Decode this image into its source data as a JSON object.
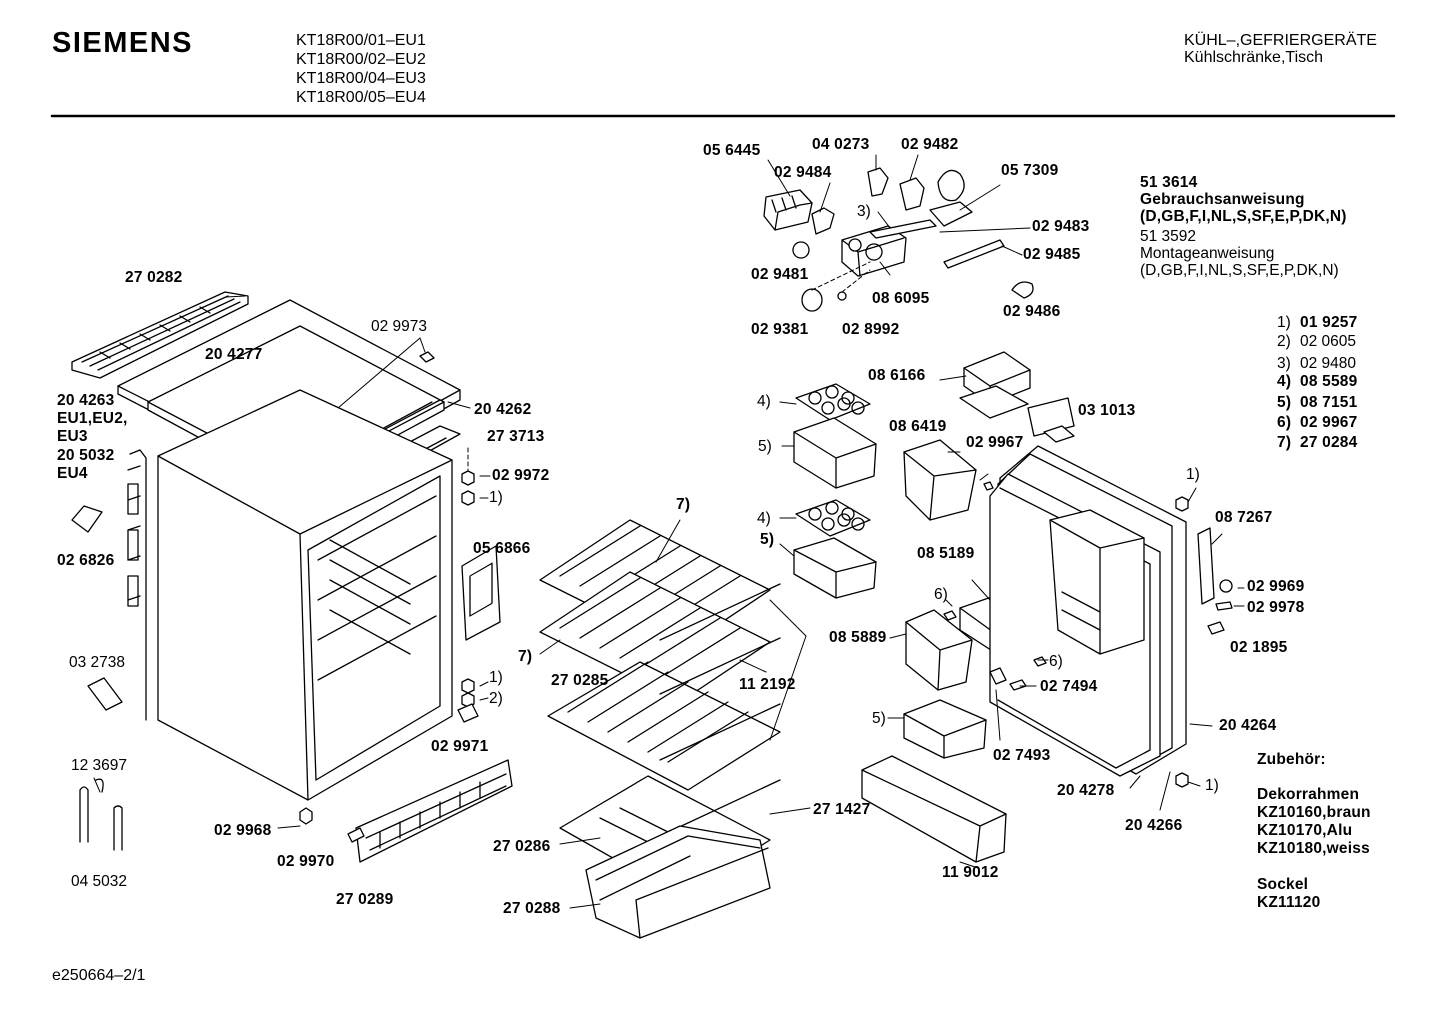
{
  "header": {
    "brand": "SIEMENS",
    "models": [
      "KT18R00/01–EU1",
      "KT18R00/02–EU2",
      "KT18R00/04–EU3",
      "KT18R00/05–EU4"
    ],
    "category_line1": "KÜHL–,GEFRIERGERÄTE",
    "category_line2": "Kühlschränke,Tisch"
  },
  "manuals": {
    "items": [
      {
        "code": "51 3614",
        "title": "Gebrauchsanweisung",
        "langs": "(D,GB,F,I,NL,S,SF,E,P,DK,N)"
      },
      {
        "code": "51 3592",
        "title": "Montageanweisung",
        "langs": "(D,GB,F,I,NL,S,SF,E,P,DK,N)"
      }
    ]
  },
  "footnotes": [
    {
      "ref": "1)",
      "part": "01 9257"
    },
    {
      "ref": "2)",
      "part": "02 0605"
    },
    {
      "ref": "3)",
      "part": "02 9480"
    },
    {
      "ref": "4)",
      "part": "08 5589"
    },
    {
      "ref": "5)",
      "part": "08 7151"
    },
    {
      "ref": "6)",
      "part": "02 9967"
    },
    {
      "ref": "7)",
      "part": "27 0284"
    }
  ],
  "accessories": {
    "title": "Zubehör:",
    "frame_title": "Dekorrahmen",
    "frames": [
      "KZ10160,braun",
      "KZ10170,Alu",
      "KZ10180,weiss"
    ],
    "base_title": "Sockel",
    "base": "KZ11120"
  },
  "parts": {
    "p056445": "05 6445",
    "p040273": "04 0273",
    "p029482": "02 9482",
    "p029484": "02 9484",
    "p057309": "05 7309",
    "p029483": "02 9483",
    "p029485": "02 9485",
    "p029481": "02 9481",
    "p086095": "08 6095",
    "p029486": "02 9486",
    "p029381": "02 9381",
    "p028992": "02 8992",
    "ref3": "3)",
    "p270282": "27 0282",
    "p204277": "20 4277",
    "p029973": "02 9973",
    "p204262": "20 4262",
    "p204263": "20 4263",
    "eu12": "EU1,EU2,",
    "eu3": "EU3",
    "p205032": "20 5032",
    "eu4": "EU4",
    "p273713": "27 3713",
    "p029972": "02 9972",
    "p026826": "02 6826",
    "p056866": "05 6866",
    "p032738": "03 2738",
    "p029971": "02 9971",
    "p123697": "12 3697",
    "p045032": "04 5032",
    "p029968": "02 9968",
    "p029970": "02 9970",
    "p270289": "27 0289",
    "p086166": "08 6166",
    "p086419": "08 6419",
    "p029967": "02 9967",
    "p031013": "03 1013",
    "p087267": "08 7267",
    "p085189": "08 5189",
    "p029969": "02 9969",
    "p029978": "02 9978",
    "p021895": "02 1895",
    "p085889": "08 5889",
    "p027494": "02 7494",
    "p027493": "02 7493",
    "p204264": "20 4264",
    "p204278": "20 4278",
    "p204266": "20 4266",
    "p119012": "11 9012",
    "p270285": "27 0285",
    "p112192": "11 2192",
    "p271427": "27 1427",
    "p270286": "27 0286",
    "p270288": "27 0288",
    "r1": "1)",
    "r2": "2)",
    "r4": "4)",
    "r5": "5)",
    "r6": "6)",
    "r7": "7)"
  },
  "footer": {
    "drawing_id": "e250664–2/1"
  }
}
